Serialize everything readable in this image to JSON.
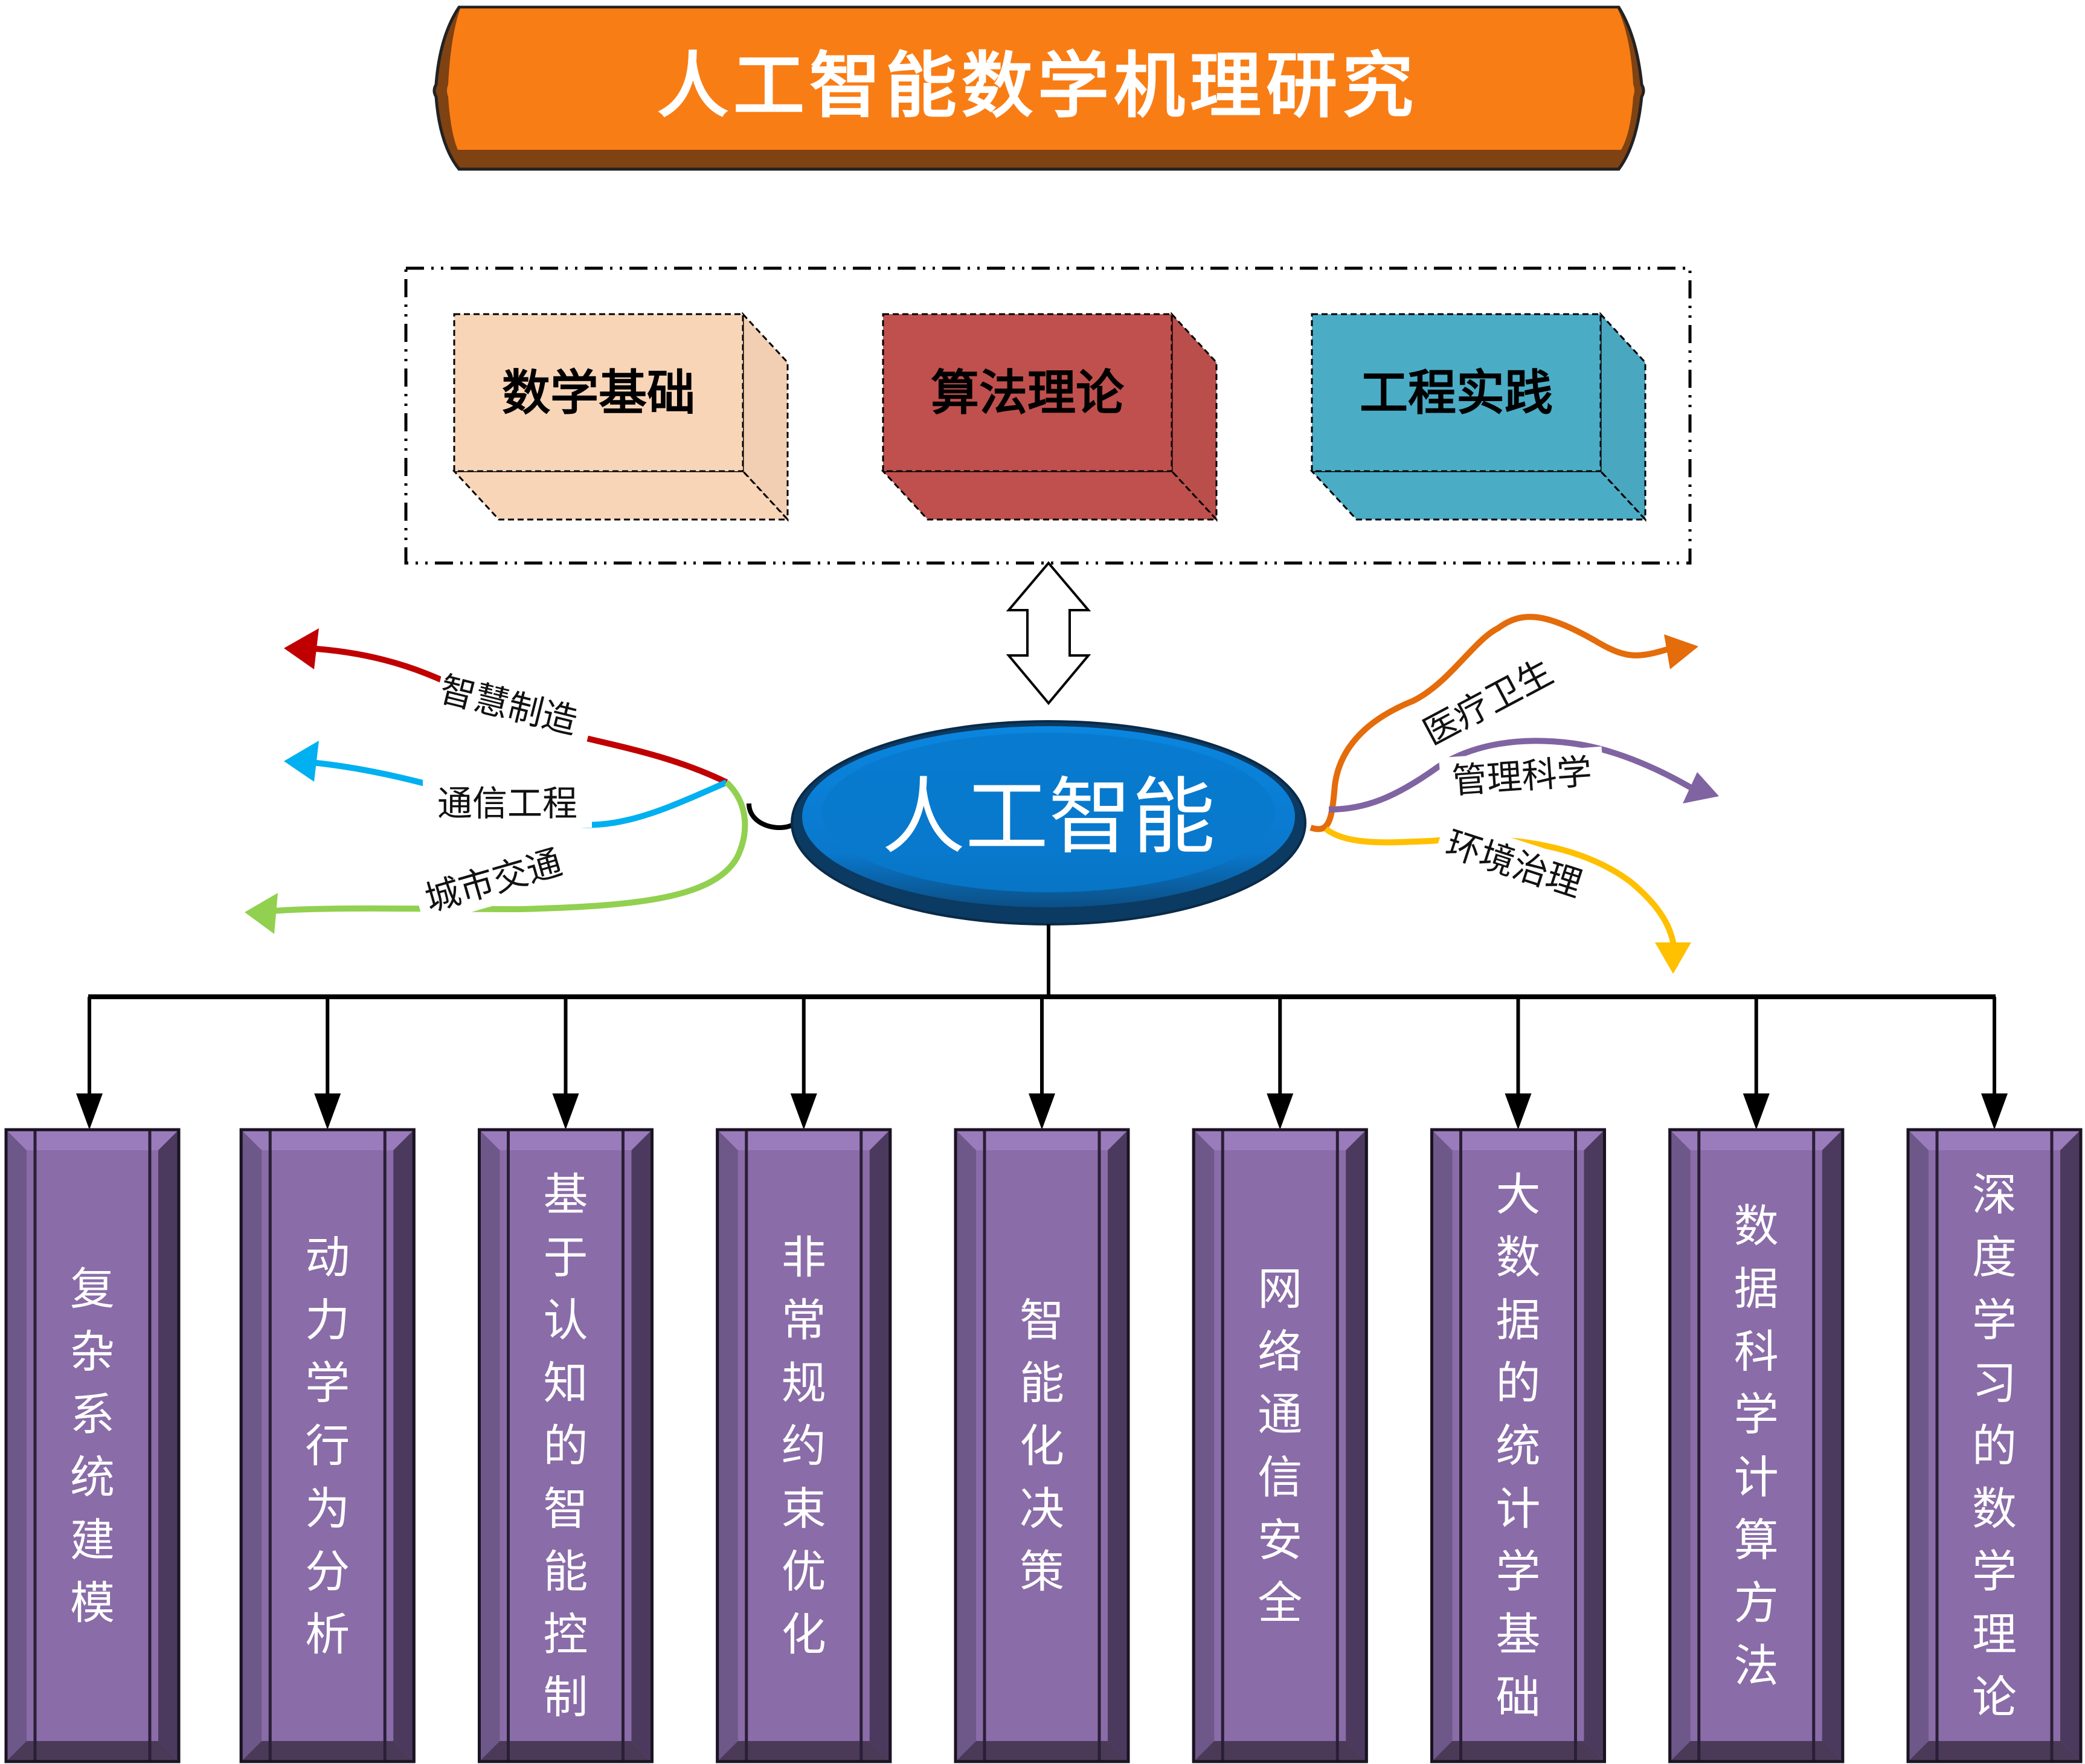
{
  "title": "人工智能数学机理研究",
  "pillars": [
    {
      "label": "数学基础",
      "color": "#f9d5b8"
    },
    {
      "label": "算法理论",
      "color": "#c0504d"
    },
    {
      "label": "工程实践",
      "color": "#4bacc6"
    }
  ],
  "center": {
    "label": "人工智能",
    "color": "#0a7bd0"
  },
  "left_branches": [
    {
      "label": "智慧制造",
      "color": "#c00000"
    },
    {
      "label": "通信工程",
      "color": "#00b0f0"
    },
    {
      "label": "城市交通",
      "color": "#92d050"
    }
  ],
  "right_branches": [
    {
      "label": "医疗卫生",
      "color": "#e46c0a"
    },
    {
      "label": "管理科学",
      "color": "#8064a2"
    },
    {
      "label": "环境治理",
      "color": "#ffc000"
    }
  ],
  "columns": [
    {
      "label": "复杂系统建模"
    },
    {
      "label": "动力学行为分析"
    },
    {
      "label": "基于认知的智能控制"
    },
    {
      "label": "非常规约束优化"
    },
    {
      "label": "智能化决策"
    },
    {
      "label": "网络通信安全"
    },
    {
      "label": "大数据的统计学基础"
    },
    {
      "label": "数据科学计算方法"
    },
    {
      "label": "深度学习的数学理论"
    }
  ],
  "colors": {
    "banner": "#f97d15",
    "banner_shadow": "#7f4212",
    "column_face": "#8a6ca8",
    "column_bevel_light": "#9a7bbb",
    "column_bevel_dark": "#4b3a5e"
  }
}
